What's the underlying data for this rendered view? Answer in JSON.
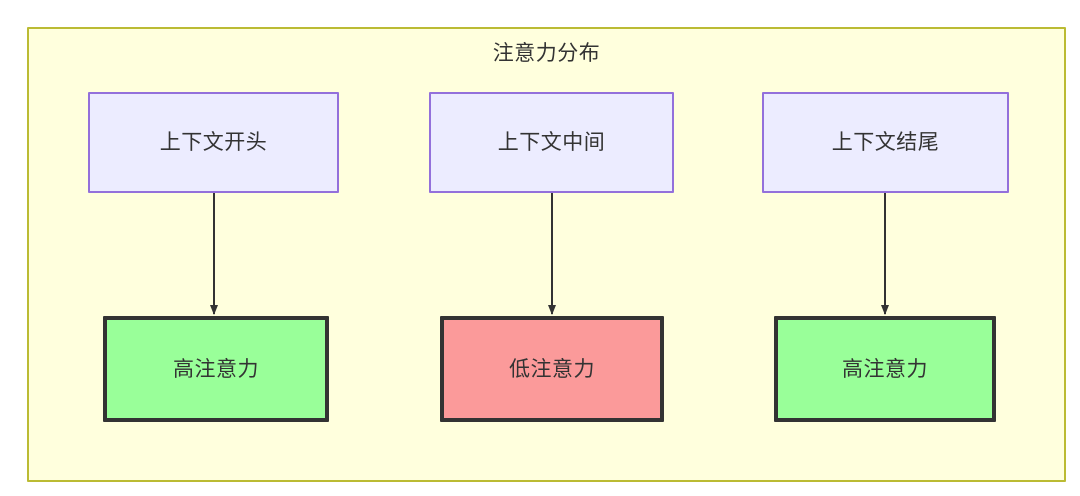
{
  "diagram": {
    "title": "注意力分布",
    "background_color": "#ffffdd",
    "border_color": "#bbbb33",
    "nodes": {
      "context_start": {
        "label": "上下文开头",
        "fill": "#ececff",
        "stroke": "#9370db"
      },
      "context_middle": {
        "label": "上下文中间",
        "fill": "#ececff",
        "stroke": "#9370db"
      },
      "context_end": {
        "label": "上下文结尾",
        "fill": "#ececff",
        "stroke": "#9370db"
      },
      "attention_high_start": {
        "label": "高注意力",
        "fill": "#99ff99",
        "stroke": "#333333"
      },
      "attention_low_middle": {
        "label": "低注意力",
        "fill": "#fb9a9a",
        "stroke": "#333333"
      },
      "attention_high_end": {
        "label": "高注意力",
        "fill": "#99ff99",
        "stroke": "#333333"
      }
    },
    "edges": [
      {
        "from": "context_start",
        "to": "attention_high_start",
        "style": "arrow"
      },
      {
        "from": "context_middle",
        "to": "attention_low_middle",
        "style": "arrow"
      },
      {
        "from": "context_end",
        "to": "attention_high_end",
        "style": "arrow"
      }
    ]
  }
}
